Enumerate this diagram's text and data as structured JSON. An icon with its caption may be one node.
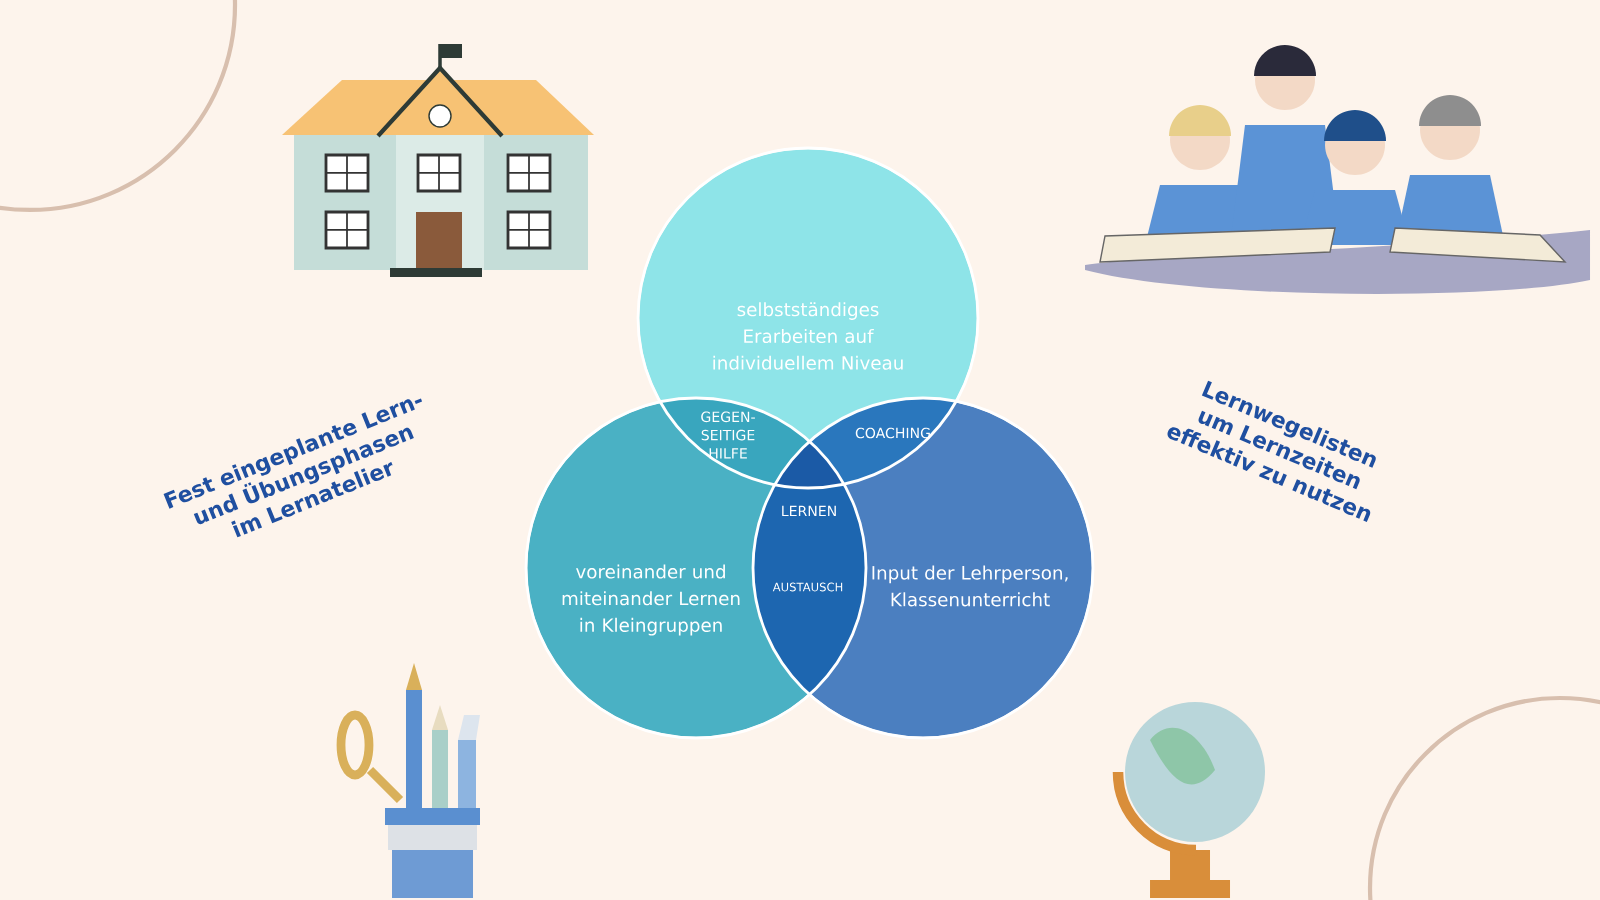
{
  "diagram": {
    "nodes": [
      {
        "text": [
          "selbstständiges Erarbeiten auf individuellem Niveau"
        ]
      },
      {
        "text": [
          "voreinander und miteinander Lernen in Kleingruppen"
        ]
      },
      {
        "text": [
          "Input der Lehrperson, Klassenunterricht"
        ]
      }
    ],
    "edges": [],
    "labels": [
      "GEGEN- SEITIGE HILFE",
      "COACHING",
      "LERNEN",
      "AUSTAUSCH",
      "Fest eingeplante Lern- und Übungsphasen im Lernatelier",
      "Lernwegelisten um Lernzeiten effektiv zu nutzen"
    ]
  }
}
